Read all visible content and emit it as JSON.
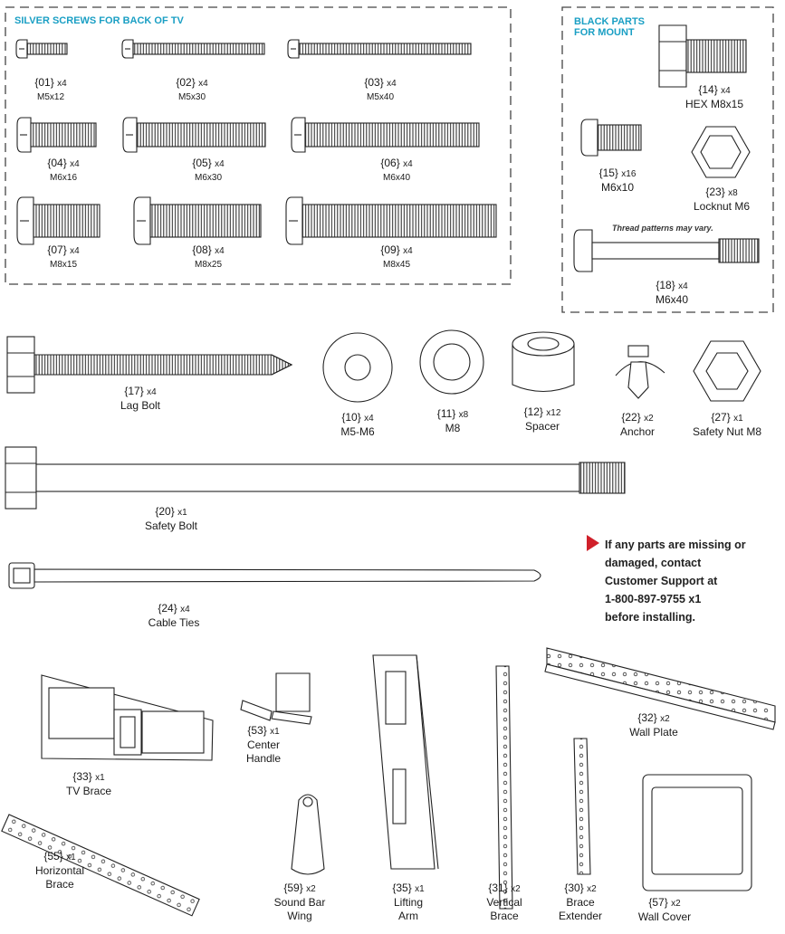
{
  "sections": {
    "silver_title": "SILVER SCREWS FOR BACK OF TV",
    "black_title_line1": "BLACK PARTS",
    "black_title_line2": "FOR MOUNT",
    "thread_note": "Thread patterns may vary."
  },
  "notice": {
    "lines": [
      "If any parts are missing or",
      "damaged, contact",
      "Customer Support at",
      "1-800-897-9755 x1",
      "before installing."
    ],
    "arrow_color": "#d0202a"
  },
  "colors": {
    "accent": "#1a9fc4",
    "line": "#222222"
  },
  "parts": {
    "p01": {
      "id": "{01}",
      "qty": "x4",
      "name": "M5x12"
    },
    "p02": {
      "id": "{02}",
      "qty": "x4",
      "name": "M5x30"
    },
    "p03": {
      "id": "{03}",
      "qty": "x4",
      "name": "M5x40"
    },
    "p04": {
      "id": "{04}",
      "qty": "x4",
      "name": "M6x16"
    },
    "p05": {
      "id": "{05}",
      "qty": "x4",
      "name": "M6x30"
    },
    "p06": {
      "id": "{06}",
      "qty": "x4",
      "name": "M6x40"
    },
    "p07": {
      "id": "{07}",
      "qty": "x4",
      "name": "M8x15"
    },
    "p08": {
      "id": "{08}",
      "qty": "x4",
      "name": "M8x25"
    },
    "p09": {
      "id": "{09}",
      "qty": "x4",
      "name": "M8x45"
    },
    "p14": {
      "id": "{14}",
      "qty": "x4",
      "name": "HEX M8x15"
    },
    "p15": {
      "id": "{15}",
      "qty": "x16",
      "name": "M6x10"
    },
    "p23": {
      "id": "{23}",
      "qty": "x8",
      "name": "Locknut M6"
    },
    "p18": {
      "id": "{18}",
      "qty": "x4",
      "name": "M6x40"
    },
    "p17": {
      "id": "{17}",
      "qty": "x4",
      "name": "Lag Bolt"
    },
    "p10": {
      "id": "{10}",
      "qty": "x4",
      "name": "M5-M6"
    },
    "p11": {
      "id": "{11}",
      "qty": "x8",
      "name": "M8"
    },
    "p12": {
      "id": "{12}",
      "qty": "x12",
      "name": "Spacer"
    },
    "p22": {
      "id": "{22}",
      "qty": "x2",
      "name": "Anchor"
    },
    "p27": {
      "id": "{27}",
      "qty": "x1",
      "name": "Safety Nut M8"
    },
    "p20": {
      "id": "{20}",
      "qty": "x1",
      "name": "Safety Bolt"
    },
    "p24": {
      "id": "{24}",
      "qty": "x4",
      "name": "Cable Ties"
    },
    "p53": {
      "id": "{53}",
      "qty": "x1",
      "name1": "Center",
      "name2": "Handle"
    },
    "p33": {
      "id": "{33}",
      "qty": "x1",
      "name": "TV Brace"
    },
    "p32": {
      "id": "{32}",
      "qty": "x2",
      "name": "Wall Plate"
    },
    "p55": {
      "id": "{55}",
      "qty": "x1",
      "name1": "Horizontal",
      "name2": "Brace"
    },
    "p59": {
      "id": "{59}",
      "qty": "x2",
      "name1": "Sound Bar",
      "name2": "Wing"
    },
    "p35": {
      "id": "{35}",
      "qty": "x1",
      "name1": "Lifting",
      "name2": "Arm"
    },
    "p31": {
      "id": "{31}",
      "qty": "x2",
      "name1": "Vertical",
      "name2": "Brace"
    },
    "p30": {
      "id": "{30}",
      "qty": "x2",
      "name1": "Brace",
      "name2": "Extender"
    },
    "p57": {
      "id": "{57}",
      "qty": "x2",
      "name": "Wall Cover"
    }
  }
}
